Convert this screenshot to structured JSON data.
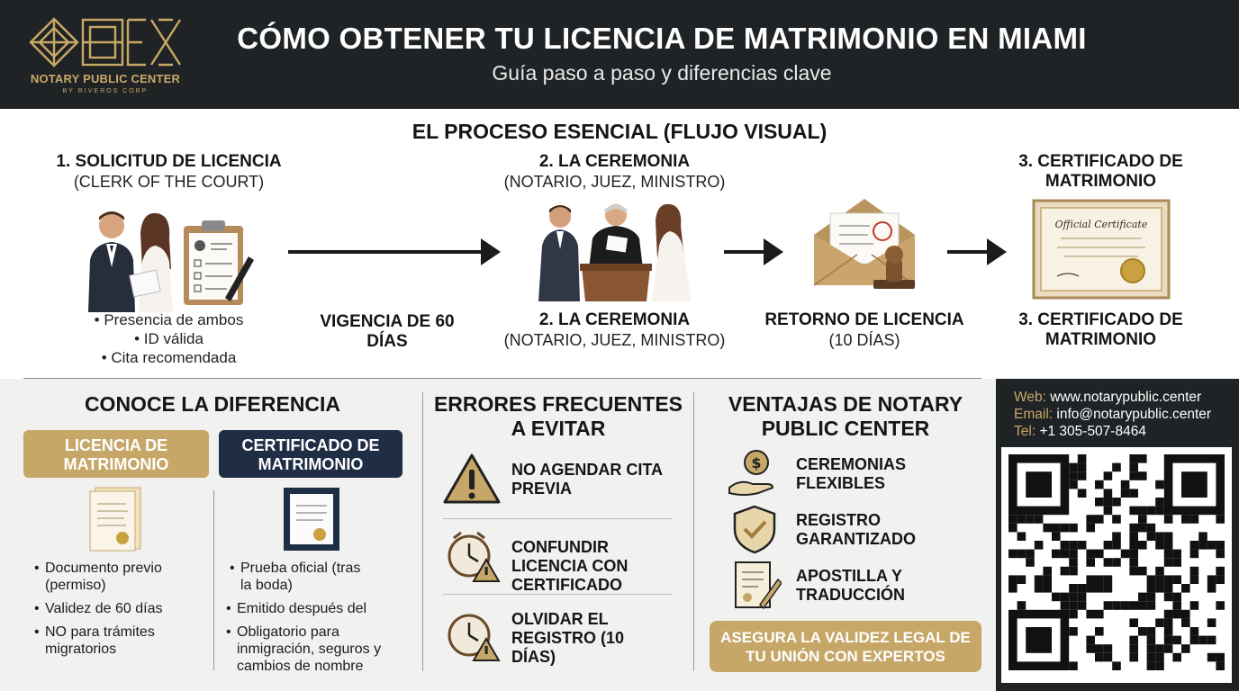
{
  "header": {
    "logo_name": "NOTARY PUBLIC CENTER",
    "logo_sub": "BY RIVEROS CORP",
    "title": "CÓMO OBTENER TU LICENCIA DE MATRIMONIO EN MIAMI",
    "subtitle": "Guía paso a paso y diferencias clave"
  },
  "process": {
    "title": "EL PROCESO ESENCIAL (FLUJO VISUAL)",
    "step1": {
      "title": "1. SOLICITUD DE LICENCIA",
      "sub": "(CLERK OF THE COURT)",
      "bullets": [
        "Presencia de ambos",
        "ID válida",
        "Cita recomendada"
      ]
    },
    "step2_top": {
      "title": "2. LA CEREMONIA",
      "sub": "(NOTARIO, JUEZ, MINISTRO)"
    },
    "step2_bottom": {
      "title": "2. LA CEREMONIA",
      "sub": "(NOTARIO, JUEZ, MINISTRO)"
    },
    "step3_top": {
      "title": "3. CERTIFICADO DE MATRIMONIO"
    },
    "step3_bottom": {
      "title": "3. CERTIFICADO DE MATRIMONIO"
    },
    "validity": {
      "title": "VIGENCIA DE 60 DÍAS"
    },
    "return": {
      "title": "RETORNO DE LICENCIA",
      "sub": "(10 DÍAS)"
    },
    "certificate_text": "Official Certificate"
  },
  "difference": {
    "title": "CONOCE LA DIFERENCIA",
    "license_label": "LICENCIA DE MATRIMONIO",
    "certificate_label": "CERTIFICADO DE MATRIMONIO",
    "license_points": [
      "Documento previo (permiso)",
      "Validez de 60 días",
      "NO para trámites migratorios"
    ],
    "certificate_points": [
      "Prueba oficial (tras la boda)",
      "Emitido después del",
      "Obligatorio para inmigración, seguros y cambios de nombre"
    ]
  },
  "errors": {
    "title": "ERRORES FRECUENTES A EVITAR",
    "items": [
      "NO AGENDAR CITA PREVIA",
      "CONFUNDIR LICENCIA CON CERTIFICADO",
      "OLVIDAR EL REGISTRO (10 DÍAS)"
    ]
  },
  "advantages": {
    "title": "VENTAJAS DE NOTARY PUBLIC CENTER",
    "items": [
      "CEREMONIAS FLEXIBLES",
      "REGISTRO GARANTIZADO",
      "APOSTILLA Y TRADUCCIÓN"
    ],
    "cta": "ASEGURA LA VALIDEZ LEGAL DE TU UNIÓN CON EXPERTOS"
  },
  "contact": {
    "web_label": "Web:",
    "web": "www.notarypublic.center",
    "email_label": "Email:",
    "email": "info@notarypublic.center",
    "tel_label": "Tel:",
    "tel": "+1 305-507-8464"
  },
  "colors": {
    "gold": "#c6a768",
    "navy": "#1f2d45",
    "dark": "#1f2326"
  }
}
